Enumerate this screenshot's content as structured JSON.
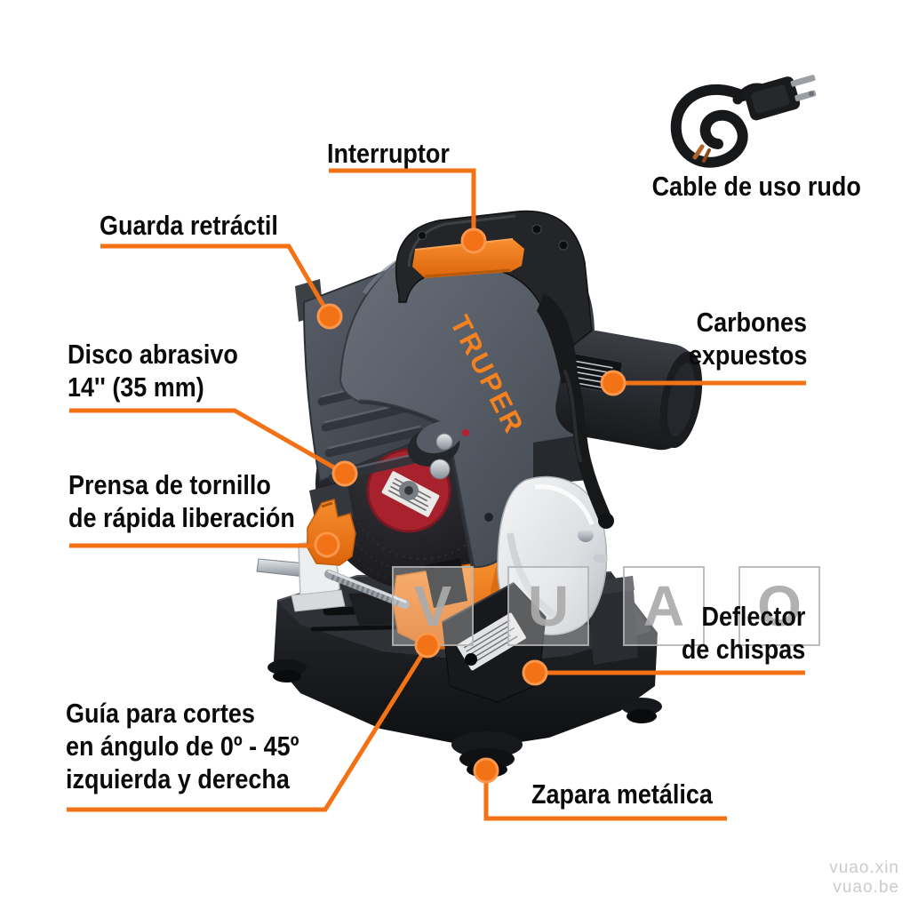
{
  "page": {
    "background": "#ffffff"
  },
  "accent_color": "#f47216",
  "product": {
    "brand_on_guard": "TRUPER"
  },
  "callouts": {
    "interruptor": "Interruptor",
    "cable_de_uso_rudo": "Cable de uso rudo",
    "guarda_retractil": "Guarda retráctil",
    "disco_abrasivo_line1": "Disco abrasivo",
    "disco_abrasivo_line2": "14'' (35 mm)",
    "prensa_line1": "Prensa de tornillo",
    "prensa_line2": "de rápida liberación",
    "guia_line1": "Guía para cortes",
    "guia_line2": "en ángulo de 0º - 45º",
    "guia_line3": "izquierda y derecha",
    "zapara_metalica": "Zapara metálica",
    "carbones_line1": "Carbones",
    "carbones_line2": "expuestos",
    "deflector_line1": "Deflector",
    "deflector_line2": "de chispas"
  },
  "watermark": {
    "letters": [
      "V",
      "U",
      "A",
      "O"
    ],
    "site_line1": "vuao.xin",
    "site_line2": "vuao.be"
  }
}
